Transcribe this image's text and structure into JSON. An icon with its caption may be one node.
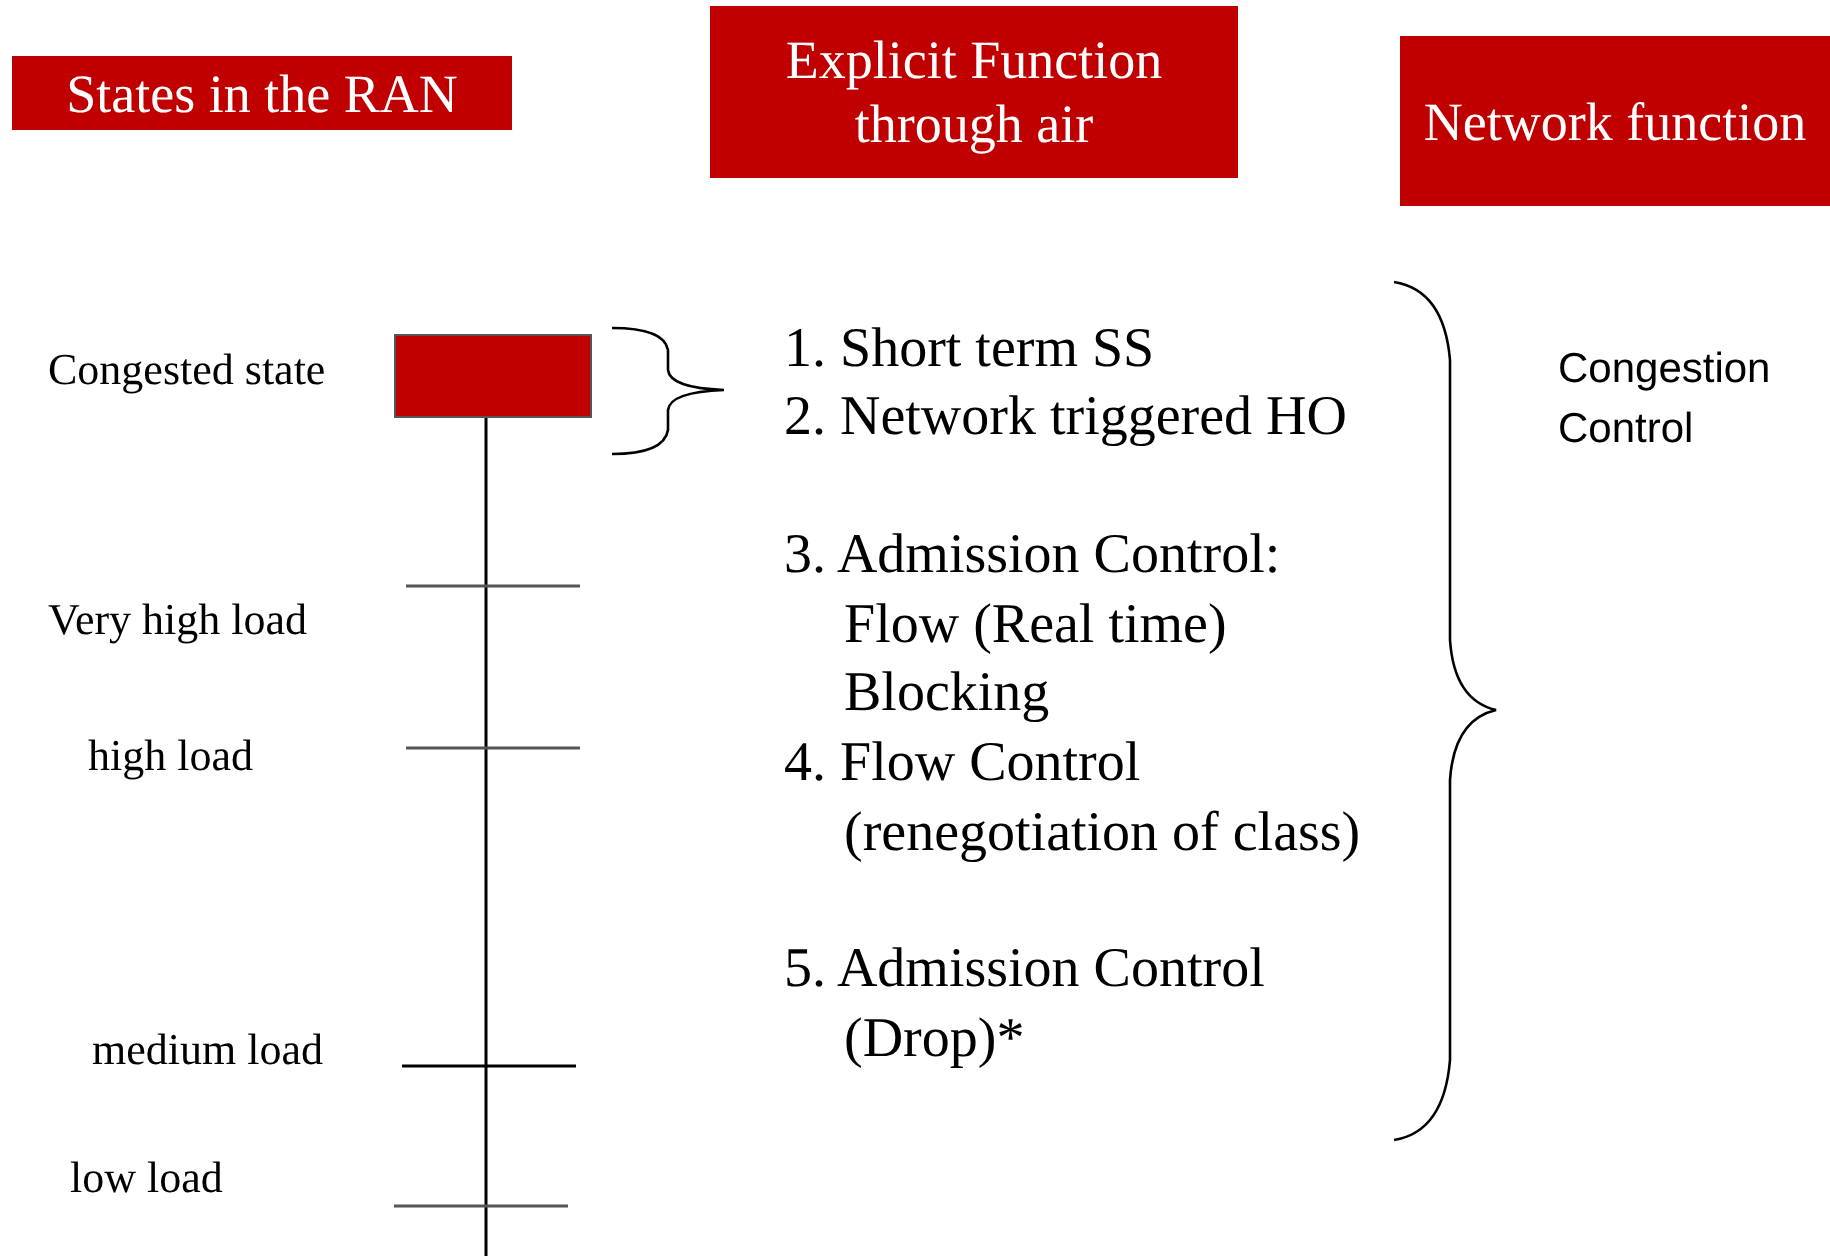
{
  "diagram": {
    "nodes": [
      {
        "text": [
          "States in the RAN"
        ]
      },
      {
        "text": [
          "Explicit Function through air"
        ]
      },
      {
        "text": [
          "Network function"
        ]
      },
      {
        "text": [],
        "shape": "box",
        "beside": [
          "Congested state"
        ]
      }
    ],
    "labels": [
      "Very high load",
      "high load",
      "medium load",
      "low load",
      "1. Short term SS",
      "2. Network triggered HO",
      "3. Admission Control: Flow (Real time) Blocking",
      "4. Flow Control (renegotiation of class)",
      "5. Admission Control (Drop)*",
      "Congestion Control"
    ]
  }
}
